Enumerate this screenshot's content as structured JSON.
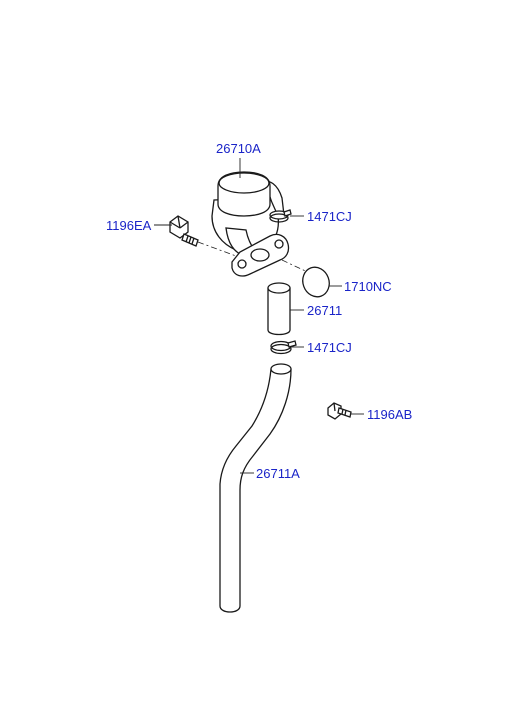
{
  "labels": {
    "l26710A": "26710A",
    "l1471CJ_top": "1471CJ",
    "l1196EA": "1196EA",
    "l1710NC": "1710NC",
    "l26711": "26711",
    "l1471CJ_mid": "1471CJ",
    "l1196AB": "1196AB",
    "l26711A": "26711A"
  },
  "colors": {
    "label": "#1a24c8",
    "line": "#1a1a1a",
    "background": "#ffffff"
  }
}
